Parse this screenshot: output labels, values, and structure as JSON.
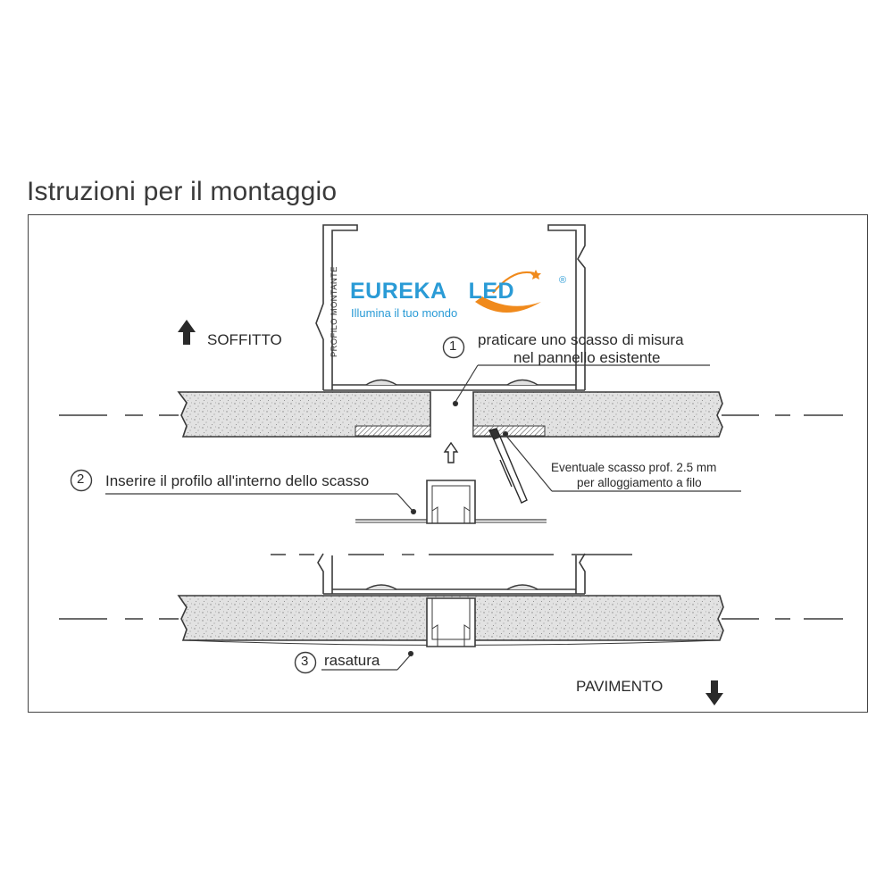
{
  "title": "Istruzioni per il montaggio",
  "labels": {
    "ceiling": "SOFFITTO",
    "floor": "PAVIMENTO",
    "stud": "PROFILO MONTANTE",
    "step1_num": "1",
    "step1_line1": "praticare uno scasso di misura",
    "step1_line2": "nel pannello esistente",
    "step2_num": "2",
    "step2_text": "Inserire il profilo all'interno dello scasso",
    "step3_num": "3",
    "step3_text": "rasatura",
    "recess_line1": "Eventuale scasso prof. 2.5 mm",
    "recess_line2": "per alloggiamento a filo"
  },
  "logo": {
    "name": "EUREKA LED",
    "part1": "EUREKA",
    "part2": "LED",
    "registered": "®",
    "tagline": "Illumina il tuo mondo",
    "blue": "#2a9bd6",
    "orange": "#f08a1c"
  },
  "colors": {
    "line": "#3a3a3a",
    "panel_fill": "#e4e4e4",
    "text": "#2a2a2a"
  }
}
